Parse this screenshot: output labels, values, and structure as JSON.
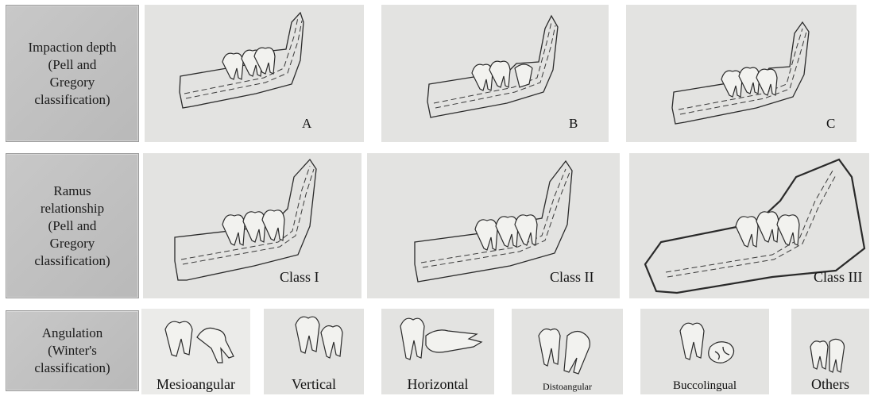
{
  "rows": [
    {
      "label_lines": [
        "Impaction depth",
        "(Pell and",
        "Gregory",
        "classification)"
      ],
      "panels": [
        "A",
        "B",
        "C"
      ]
    },
    {
      "label_lines": [
        "Ramus",
        "relationship",
        "(Pell and",
        "Gregory",
        "classification)"
      ],
      "panels": [
        "Class I",
        "Class II",
        "Class III"
      ]
    },
    {
      "label_lines": [
        "Angulation",
        "(Winter's",
        "classification)"
      ],
      "panels": [
        "Mesioangular",
        "Vertical",
        "Horizontal",
        "Distoangular",
        "Buccolingual",
        "Others"
      ]
    }
  ]
}
